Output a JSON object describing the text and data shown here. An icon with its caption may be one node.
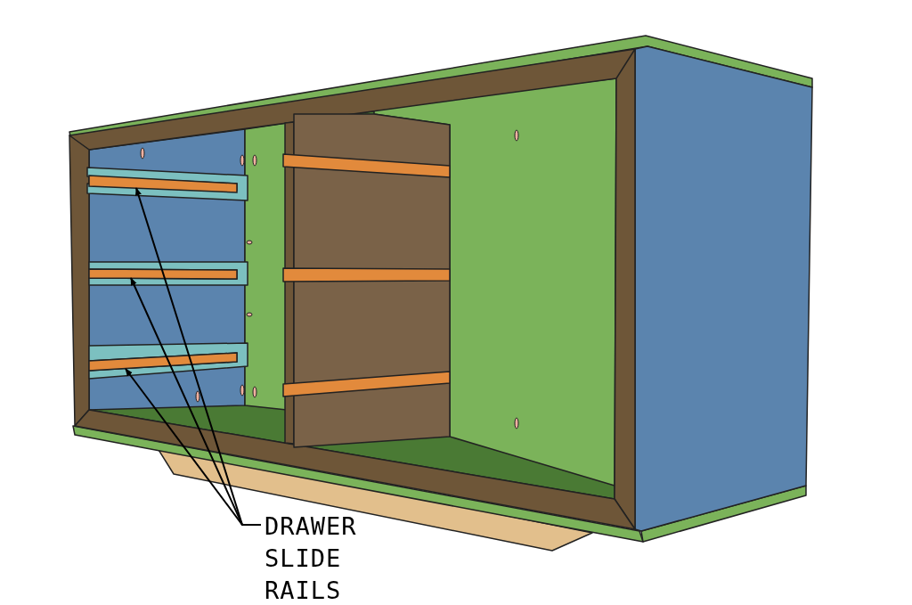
{
  "diagram": {
    "nodes": [
      {
        "text": [
          "DRAWER SLIDE RAILS"
        ]
      },
      {
        "text": [],
        "shape": "bar"
      },
      {
        "text": [],
        "shape": "bar"
      },
      {
        "text": [],
        "shape": "bar"
      }
    ],
    "edges": [
      {
        "from": 0,
        "to": 1,
        "arrow": "to"
      },
      {
        "from": 0,
        "to": 2,
        "arrow": "to"
      },
      {
        "from": 0,
        "to": 3,
        "arrow": "to"
      }
    ]
  }
}
